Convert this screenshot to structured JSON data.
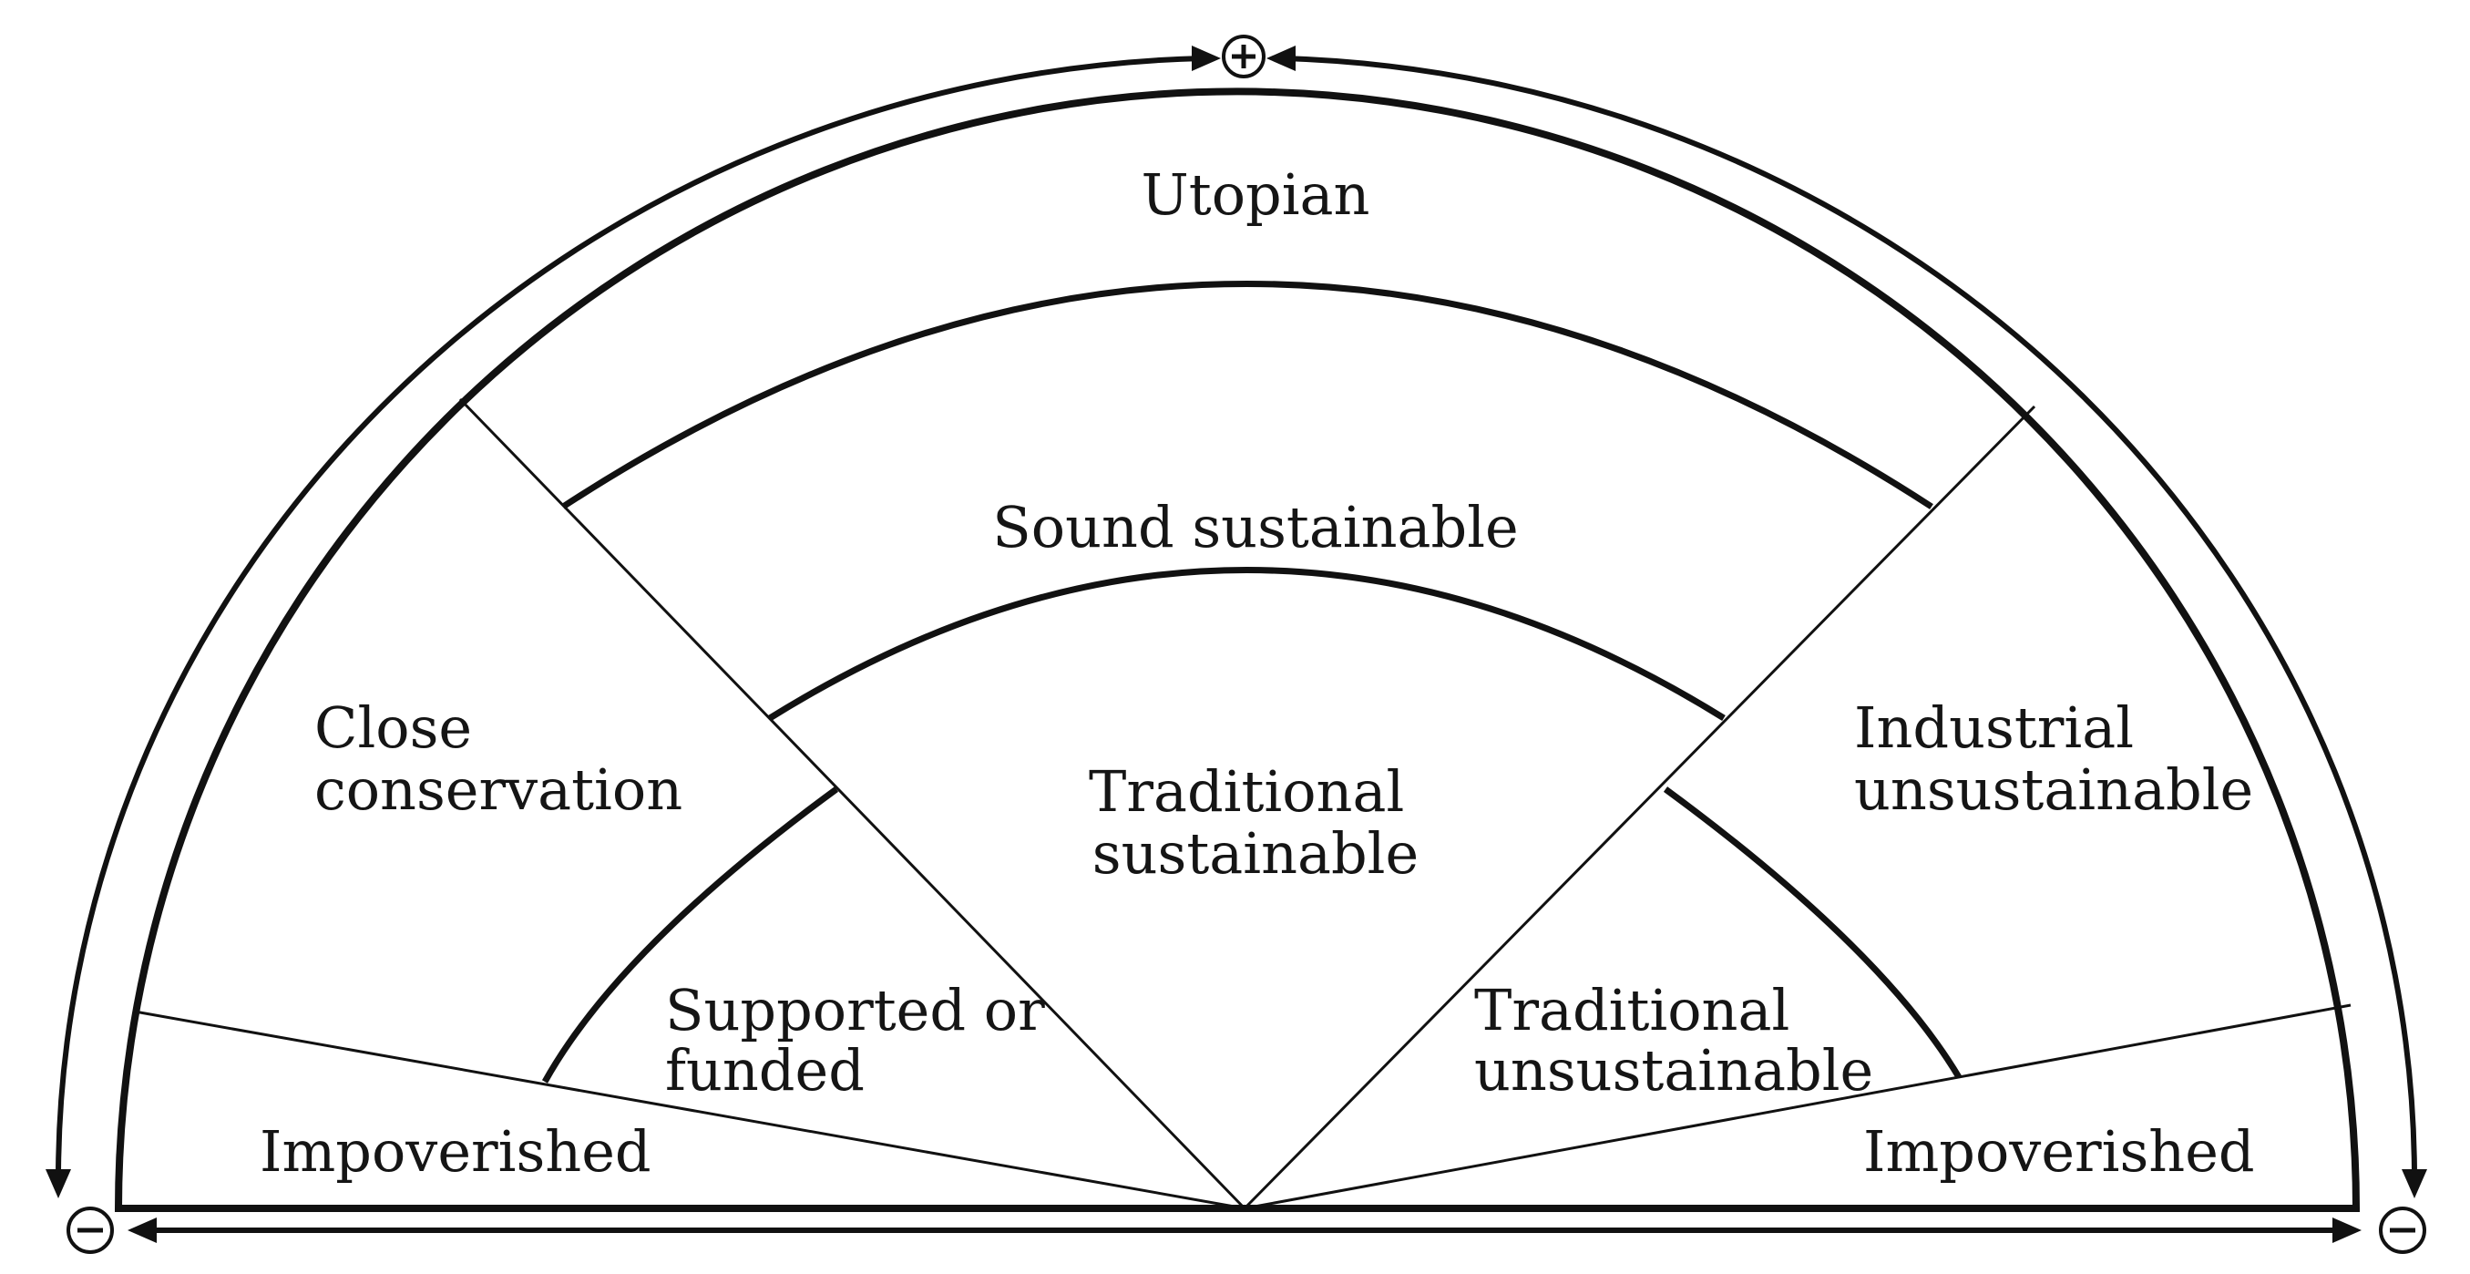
{
  "regions": {
    "utopian": "Utopian",
    "sound_sustainable": "Sound sustainable",
    "close_conservation": [
      "Close",
      "conservation"
    ],
    "industrial_unsustainable": [
      "Industrial",
      "unsustainable"
    ],
    "traditional_sustainable": [
      "Traditional",
      "sustainable"
    ],
    "supported_or_funded": [
      "Supported or",
      "funded"
    ],
    "traditional_unsustainable": [
      "Traditional",
      "unsustainable"
    ],
    "impoverished_left": "Impoverished",
    "impoverished_right": "Impoverished"
  },
  "axis_signs": {
    "top": "+",
    "bottom_left": "−",
    "bottom_right": "−"
  }
}
